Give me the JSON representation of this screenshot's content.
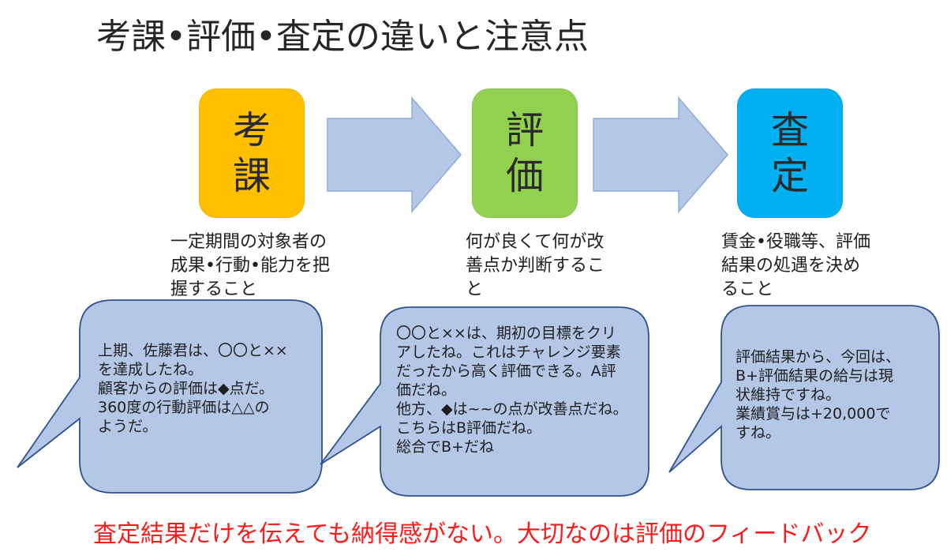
{
  "title": "考課•評価•査定の違いと注意点",
  "stages": [
    {
      "line1": "考",
      "line2": "課",
      "color": "#FFC000",
      "description": "一定期間の対象者の\n成果•行動•能力を把\n握すること",
      "example": "上期、佐藤君は、〇〇と××\nを達成したね。\n顧客からの評価は◆点だ。\n360度の行動評価は△△の\nようだ。"
    },
    {
      "line1": "評",
      "line2": "価",
      "color": "#92D050",
      "description": "何が良くて何が改\n善点か判断するこ\nと",
      "example": "〇〇と××は、期初の目標をクリ\nアしたね。これはチャレンジ要素\nだったから高く評価できる。A評\n価だね。\n他方、◆は~~の点が改善点だね。\nこちらはB評価だね。\n総合でB+だね"
    },
    {
      "line1": "査",
      "line2": "定",
      "color": "#00B0F0",
      "description": "賃金•役職等、評価\n結果の処遇を決め\nること",
      "example": "評価結果から、今回は、\nB+評価結果の給与は現\n状維持ですね。\n業績賞与は+20,000で\nすね。"
    }
  ],
  "colors": {
    "arrow_fill": "#B4C7E7",
    "arrow_stroke": "#8FAADC",
    "bubble_fill": "#B4C7E7",
    "bubble_stroke": "#2F528F",
    "footer": "#FF1A1A"
  },
  "footer": "査定結果だけを伝えても納得感がない。大切なのは評価のフィードバック"
}
